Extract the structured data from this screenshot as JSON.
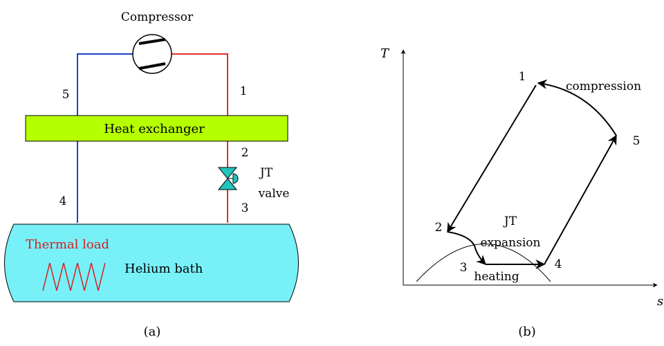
{
  "panel_a": {
    "caption": "(a)",
    "compressor_label": "Compressor",
    "heat_exchanger_label": "Heat exchanger",
    "valve_label_line1": "JT",
    "valve_label_line2": "valve",
    "thermal_load_label": "Thermal load",
    "bath_label": "Helium bath",
    "state_labels": {
      "s1": "1",
      "s2": "2",
      "s3": "3",
      "s4": "4",
      "s5": "5"
    },
    "colors": {
      "hot_line": "#e0302a",
      "cold_line": "#2040c8",
      "heat_exchanger_fill": "#b5ff00",
      "bath_fill": "#78f0f8",
      "valve_fill": "#20c4bc",
      "thermal_load": "#d42020"
    }
  },
  "panel_b": {
    "caption": "(b)",
    "axis_y_label": "T",
    "axis_x_label": "s",
    "point_labels": {
      "p1": "1",
      "p2": "2",
      "p3": "3",
      "p4": "4",
      "p5": "5"
    },
    "compression_label": "compression",
    "expansion_label_line1": "JT",
    "expansion_label_line2": "expansion",
    "heating_label": "heating"
  }
}
